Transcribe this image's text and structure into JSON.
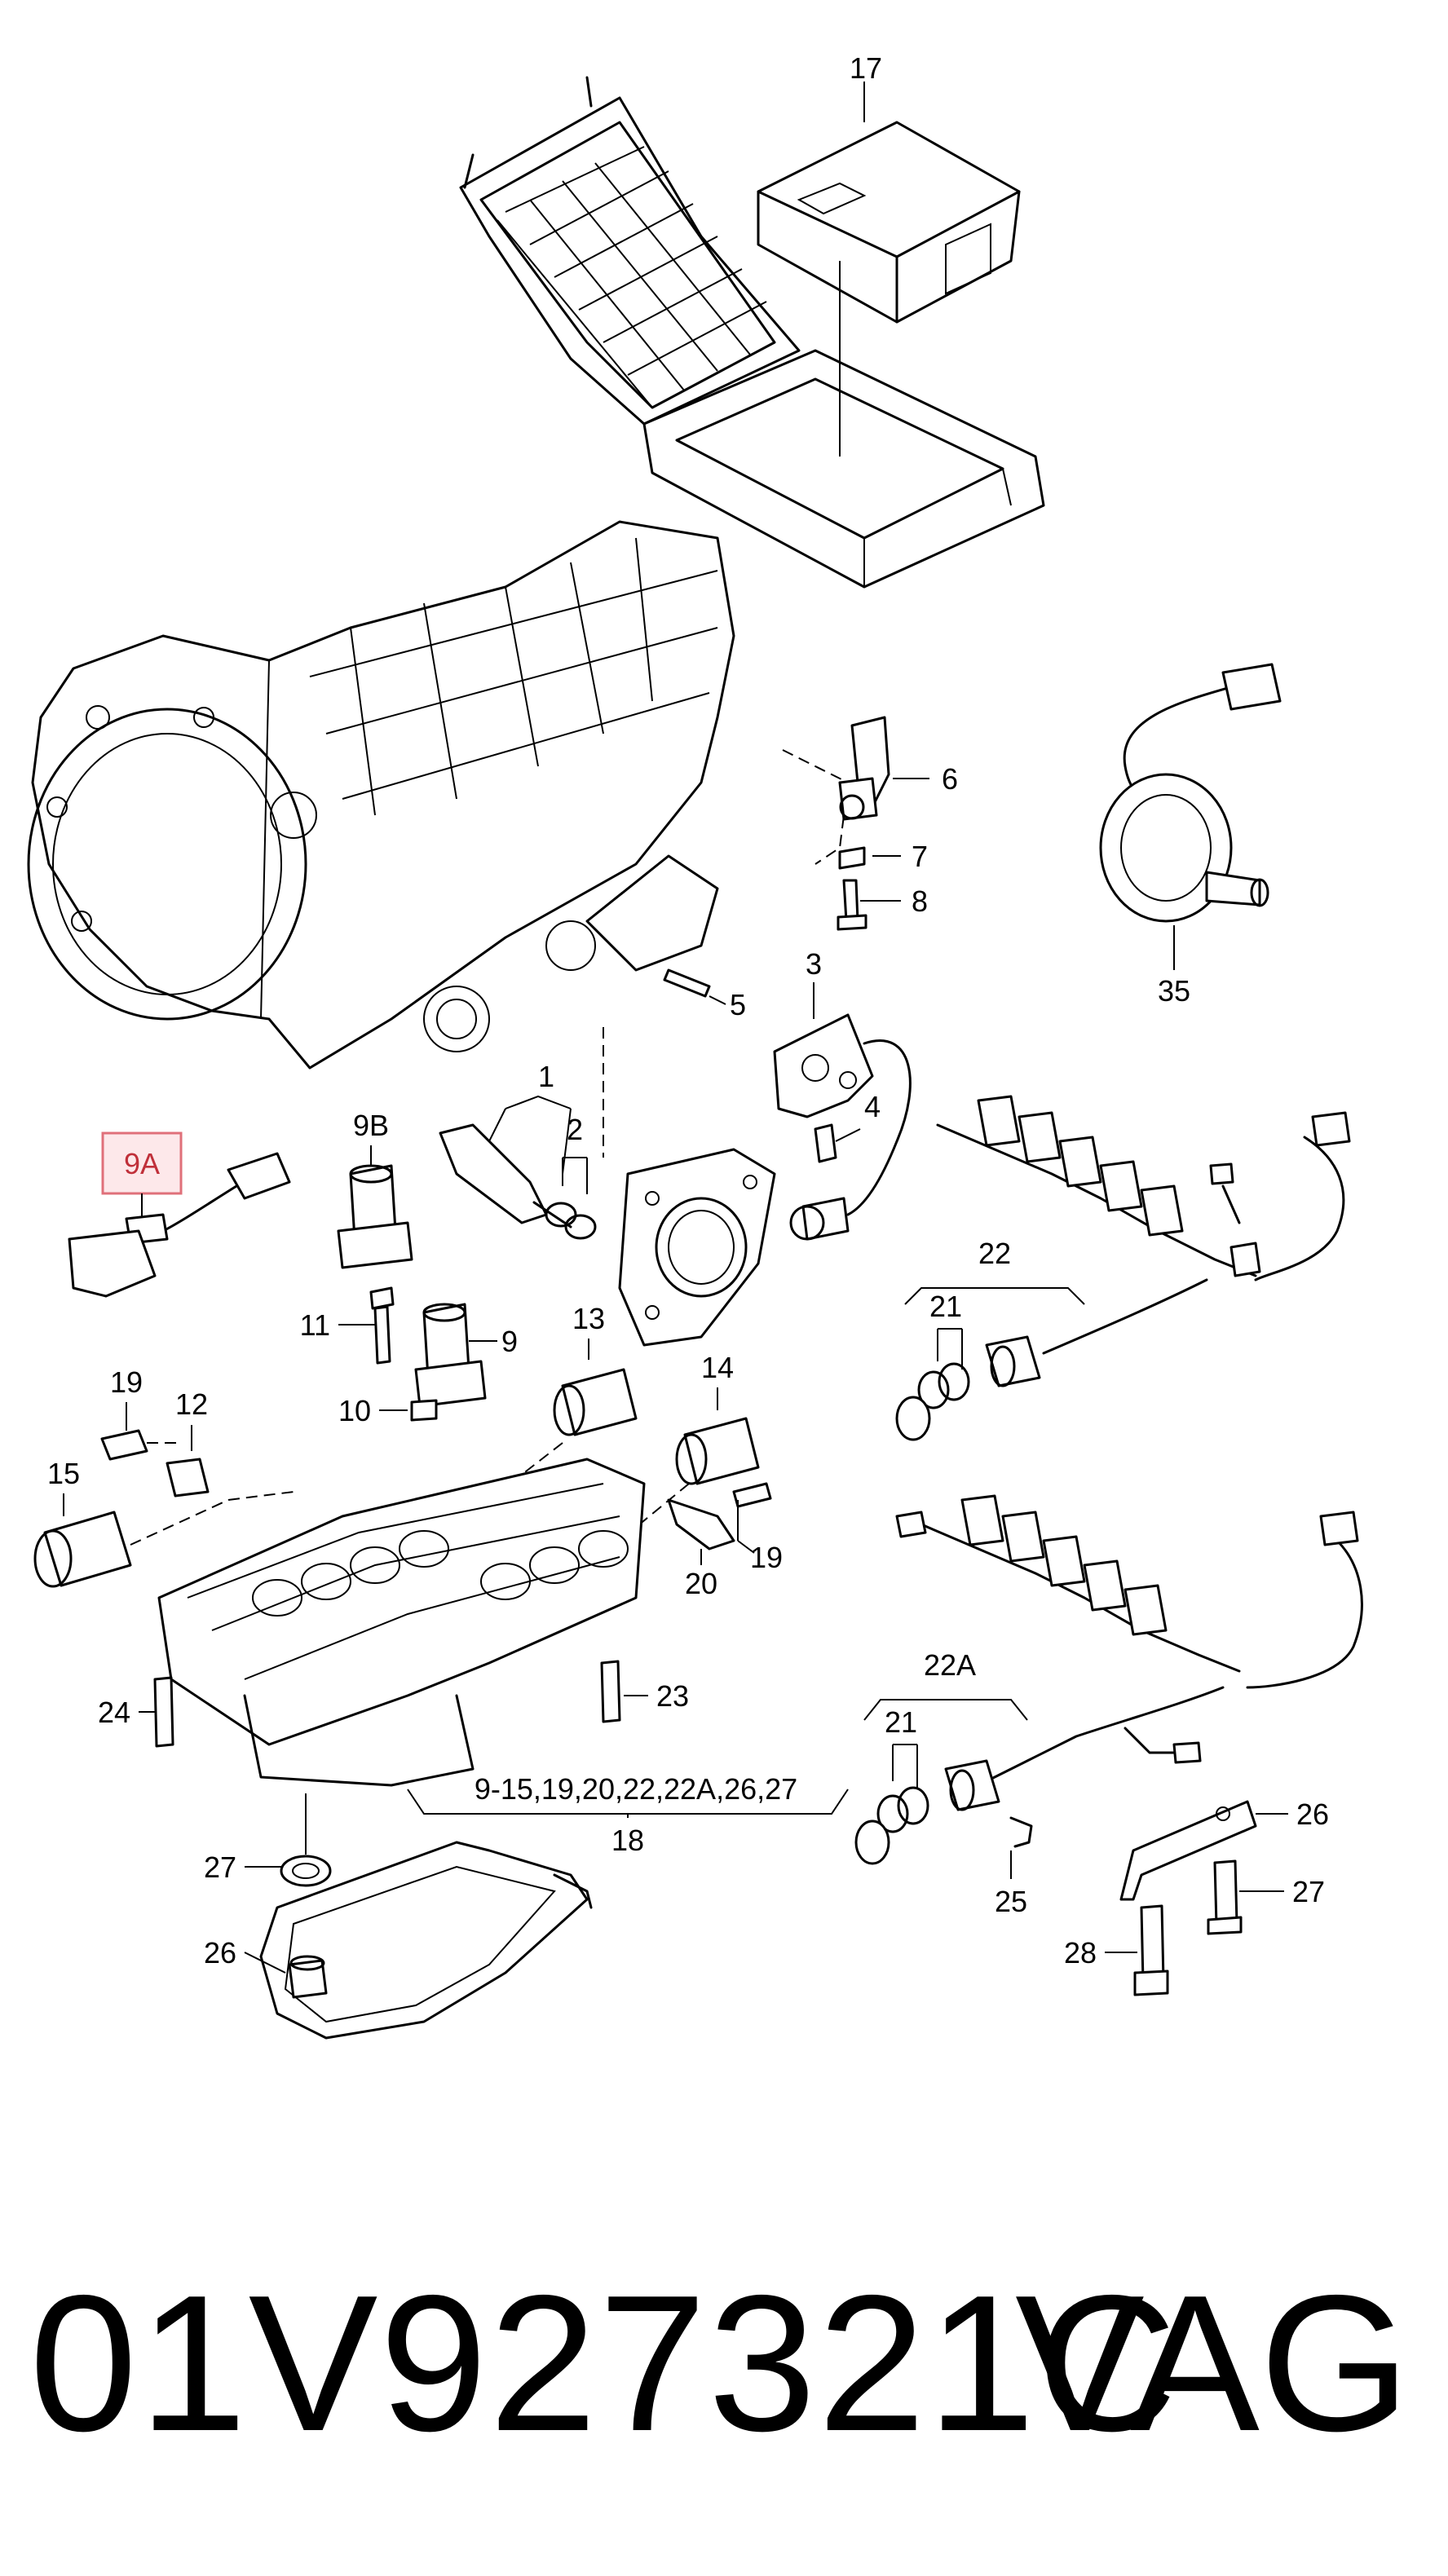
{
  "diagram": {
    "labels": {
      "l17": "17",
      "l6": "6",
      "l7": "7",
      "l8": "8",
      "l5": "5",
      "l3": "3",
      "l4": "4",
      "l35": "35",
      "l1": "1",
      "l2": "2",
      "l9B": "9B",
      "l9A": "9A",
      "l11": "11",
      "l9": "9",
      "l10": "10",
      "l13": "13",
      "l14": "14",
      "l22": "22",
      "l21a": "21",
      "l19a": "19",
      "l12": "12",
      "l15": "15",
      "l19b": "19",
      "l20": "20",
      "l24": "24",
      "l23": "23",
      "l22A": "22A",
      "l21b": "21",
      "l26a": "26",
      "l27a": "27",
      "l25": "25",
      "l28": "28",
      "l27b": "27",
      "l26b": "26",
      "l18": "18",
      "kit": "9-15,19,20,22,22A,26,27"
    },
    "highlighted_label": "9A",
    "highlight_color": "#e0707a"
  },
  "footer": {
    "part_number": "01V927321C",
    "brand": "VAG"
  }
}
